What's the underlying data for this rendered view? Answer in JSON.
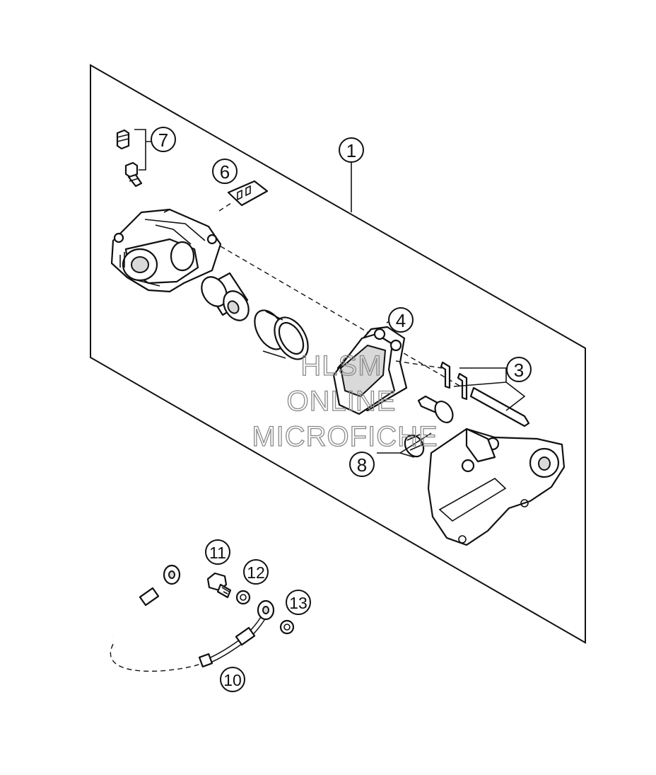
{
  "callouts": [
    {
      "id": "1",
      "label": "1"
    },
    {
      "id": "3",
      "label": "3"
    },
    {
      "id": "4",
      "label": "4"
    },
    {
      "id": "6",
      "label": "6"
    },
    {
      "id": "7",
      "label": "7"
    },
    {
      "id": "8",
      "label": "8"
    },
    {
      "id": "10",
      "label": "10"
    },
    {
      "id": "11",
      "label": "11"
    },
    {
      "id": "12",
      "label": "12"
    },
    {
      "id": "13",
      "label": "13"
    }
  ],
  "watermark": {
    "line1": "HLSM",
    "line2": "ONLINE",
    "line3": "MICROFICHE"
  }
}
